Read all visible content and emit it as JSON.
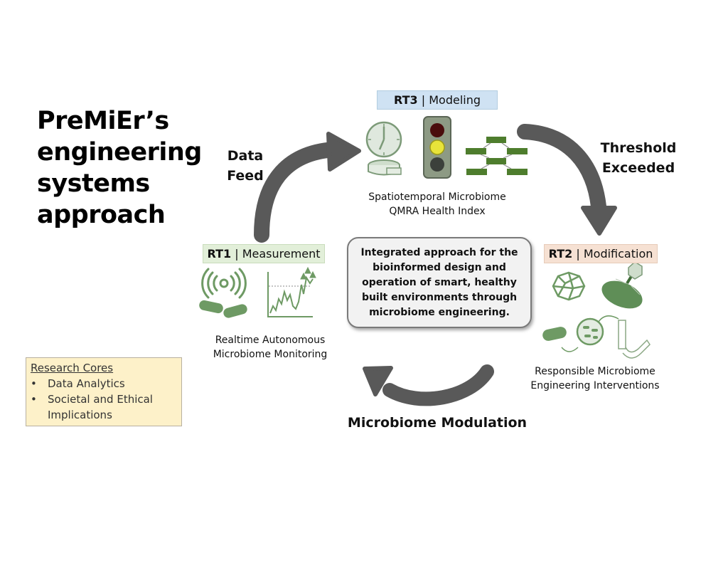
{
  "title_lines": [
    "PreMiEr’s",
    "engineering",
    "systems",
    "approach"
  ],
  "arrows": {
    "data_feed": [
      "Data",
      "Feed"
    ],
    "threshold": [
      "Threshold",
      "Exceeded"
    ],
    "modulation": "Microbiome Modulation"
  },
  "research_thrusts": {
    "rt3": {
      "code": "RT3",
      "separator": " | ",
      "name": "Modeling",
      "caption": [
        "Spatiotemporal Microbiome",
        "QMRA Health Index"
      ],
      "icons": [
        "clock-icon",
        "measuring-tape-icon",
        "traffic-light-icon",
        "flowchart-icon"
      ]
    },
    "rt1": {
      "code": "RT1",
      "separator": " | ",
      "name": "Measurement",
      "caption": [
        "Realtime Autonomous",
        "Microbiome Monitoring"
      ],
      "icons": [
        "sensor-signal-icon",
        "bacteria-icon",
        "line-chart-icon"
      ]
    },
    "rt2": {
      "code": "RT2",
      "separator": " | ",
      "name": "Modification",
      "caption": [
        "Responsible Microbiome",
        "Engineering Interventions"
      ],
      "icons": [
        "network-icon",
        "bacteriophage-icon",
        "bacteria-icon",
        "petri-dish-icon",
        "drain-pipe-icon"
      ]
    }
  },
  "center_statement": "Integrated approach for the bioinformed design and operation of smart, healthy built environments through microbiome engineering.",
  "research_cores": {
    "header": "Research Cores",
    "items": [
      "Data Analytics",
      "Societal and Ethical Implications"
    ]
  },
  "colors": {
    "arrow": "#595959",
    "icon_green": "#6e9a64",
    "flow_green": "#4e7d2d",
    "rt3_bg": "#cfe2f3",
    "rt1_bg": "#e2efd9",
    "rt2_bg": "#f6e1d3",
    "cores_bg": "#fdf1c9"
  }
}
